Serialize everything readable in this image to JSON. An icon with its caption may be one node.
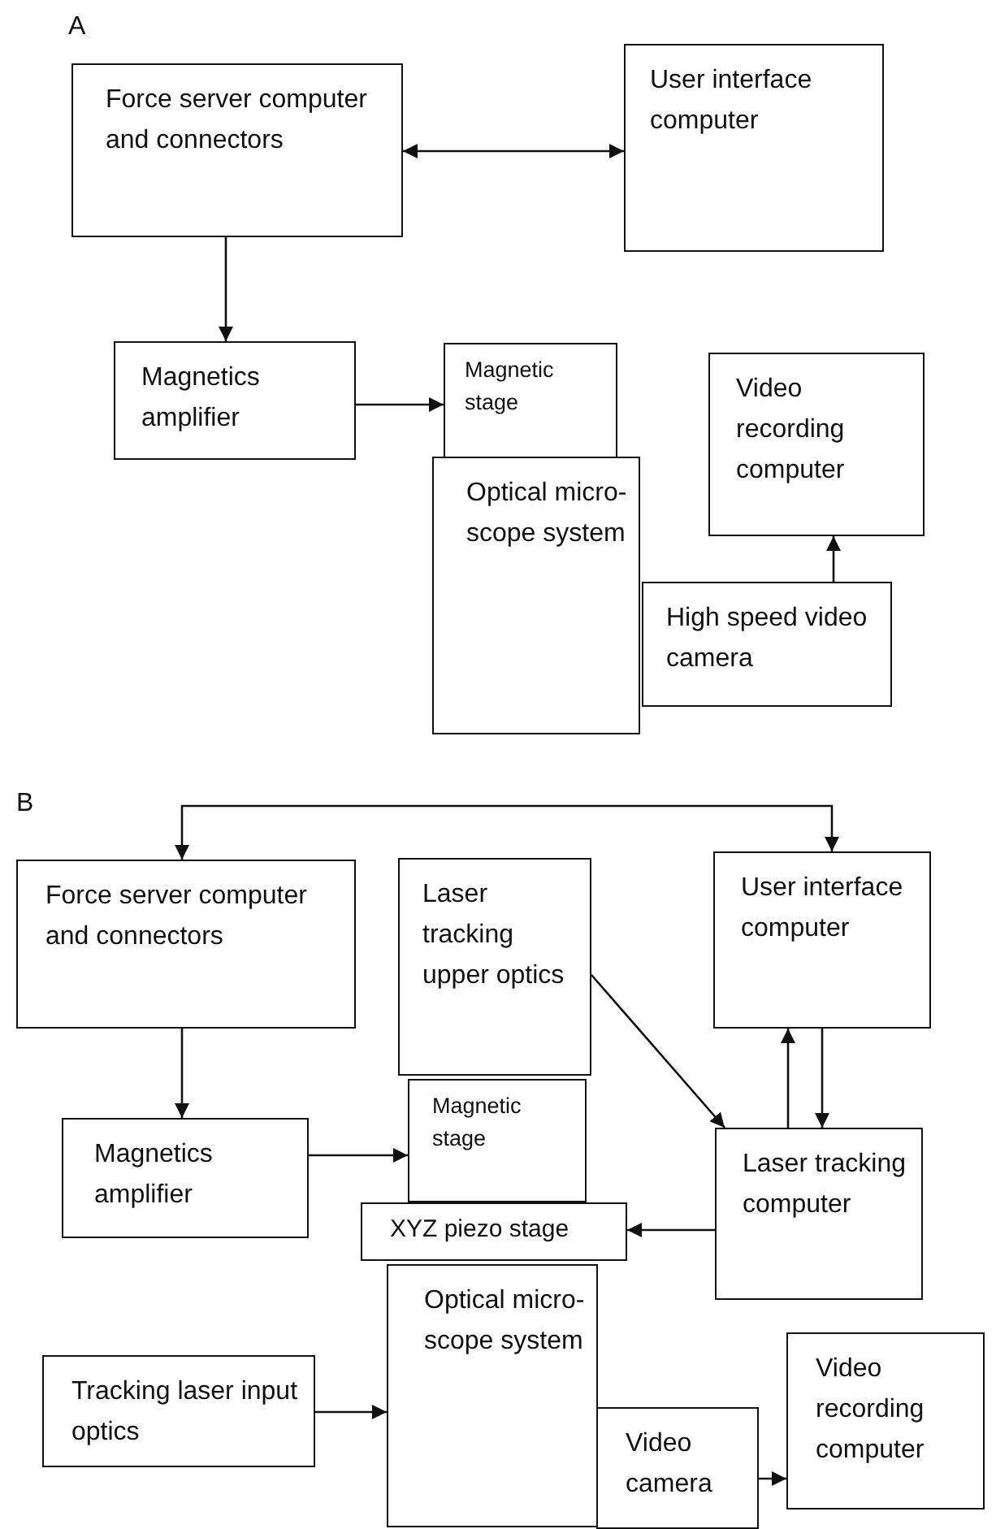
{
  "diagram": {
    "nodes": [
      {
        "text": [
          "Force server computer and connectors"
        ]
      },
      {
        "text": [
          "User interface computer"
        ]
      },
      {
        "text": [
          "Magnetics amplifier"
        ]
      },
      {
        "text": [
          "Magnetic stage"
        ]
      },
      {
        "text": [
          "Optical micro- scope system"
        ]
      },
      {
        "text": [
          "Video recording computer"
        ]
      },
      {
        "text": [
          "High speed video camera"
        ]
      },
      {
        "text": [
          "Force server computer and connectors"
        ]
      },
      {
        "text": [
          "Laser tracking upper optics"
        ]
      },
      {
        "text": [
          "User interface computer"
        ]
      },
      {
        "text": [
          "Magnetics amplifier"
        ]
      },
      {
        "text": [
          "Magnetic stage"
        ]
      },
      {
        "text": [
          "XYZ piezo stage"
        ]
      },
      {
        "text": [
          "Laser tracking computer"
        ]
      },
      {
        "text": [
          "Optical micro- scope system"
        ]
      },
      {
        "text": [
          "Tracking laser input optics"
        ]
      },
      {
        "text": [
          "Video camera"
        ]
      },
      {
        "text": [
          "Video recording computer"
        ]
      }
    ],
    "edges": [
      {
        "from": 0,
        "to": 1,
        "arrow": "both"
      },
      {
        "from": 0,
        "to": 2,
        "arrow": "to"
      },
      {
        "from": 2,
        "to": 3,
        "arrow": "to"
      },
      {
        "from": 6,
        "to": 5,
        "arrow": "to"
      },
      {
        "from": 7,
        "to": 9,
        "arrow": "both"
      },
      {
        "from": 7,
        "to": 10,
        "arrow": "to"
      },
      {
        "from": 10,
        "to": 11,
        "arrow": "to"
      },
      {
        "from": 8,
        "to": 13,
        "arrow": "to"
      },
      {
        "from": 13,
        "to": 9,
        "arrow": "to"
      },
      {
        "from": 9,
        "to": 13,
        "arrow": "to"
      },
      {
        "from": 13,
        "to": 12,
        "arrow": "to"
      },
      {
        "from": 15,
        "to": 14,
        "arrow": "to"
      },
      {
        "from": 16,
        "to": 17,
        "arrow": "to"
      }
    ],
    "labels": [
      "A",
      "B"
    ]
  }
}
